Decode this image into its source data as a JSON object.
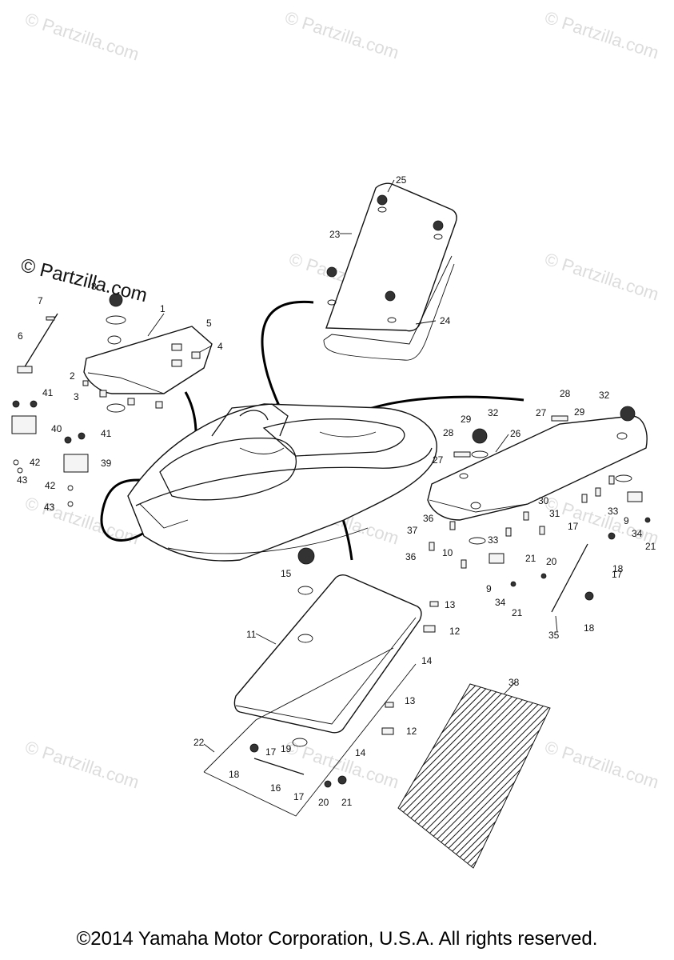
{
  "watermark_text": "© Partzilla.com",
  "brand_watermark": "© Partzilla.com",
  "copyright": "©2014 Yamaha Motor Corporation, U.S.A. All rights reserved.",
  "callouts": {
    "c1": "1",
    "c2": "2",
    "c3": "3",
    "c4": "4",
    "c5": "5",
    "c6": "6",
    "c7": "7",
    "c8": "8",
    "c9a": "9",
    "c9b": "9",
    "c10": "10",
    "c11": "11",
    "c12a": "12",
    "c12b": "12",
    "c13a": "13",
    "c13b": "13",
    "c14a": "14",
    "c14b": "14",
    "c15": "15",
    "c16": "16",
    "c17a": "17",
    "c17b": "17",
    "c17c": "17",
    "c17d": "17",
    "c18a": "18",
    "c18b": "18",
    "c18c": "18",
    "c19": "19",
    "c20a": "20",
    "c20b": "20",
    "c21a": "21",
    "c21b": "21",
    "c21c": "21",
    "c21d": "21",
    "c22": "22",
    "c23": "23",
    "c24": "24",
    "c25": "25",
    "c26": "26",
    "c27a": "27",
    "c27b": "27",
    "c28a": "28",
    "c28b": "28",
    "c29a": "29",
    "c29b": "29",
    "c30": "30",
    "c31": "31",
    "c32a": "32",
    "c32b": "32",
    "c33a": "33",
    "c33b": "33",
    "c34a": "34",
    "c34b": "34",
    "c35": "35",
    "c36a": "36",
    "c36b": "36",
    "c37": "37",
    "c38": "38",
    "c39": "39",
    "c40": "40",
    "c41a": "41",
    "c41b": "41",
    "c42a": "42",
    "c42b": "42",
    "c43a": "43",
    "c43b": "43"
  }
}
